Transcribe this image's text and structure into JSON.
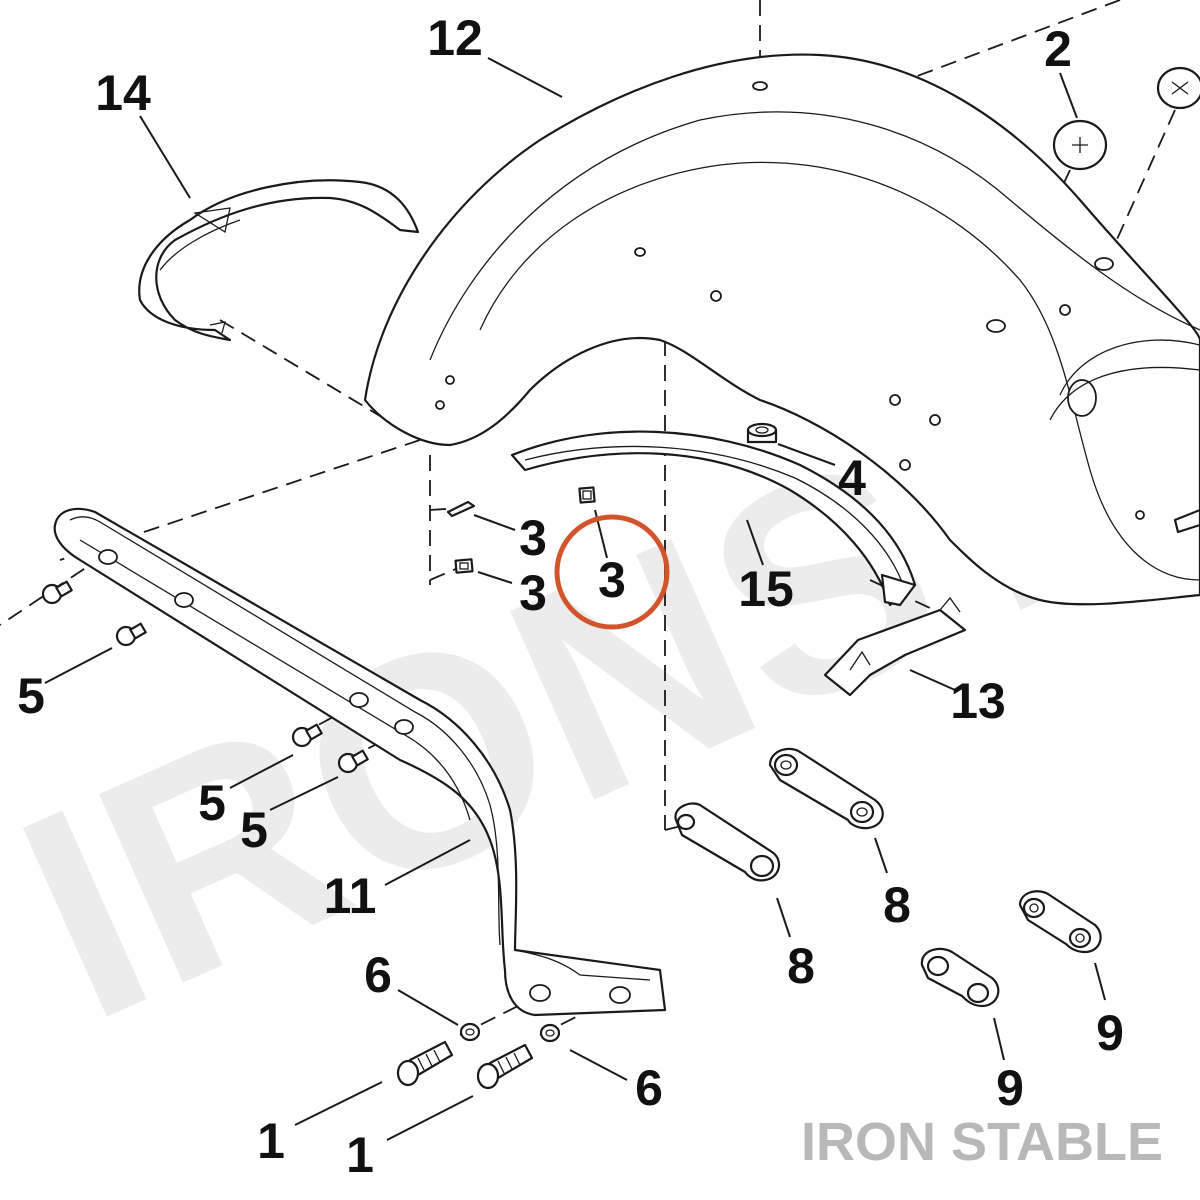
{
  "brand": "IRON STABLE",
  "watermark_text": "IRONSTI",
  "highlight_color": "#d2542a",
  "callouts": [
    {
      "id": "14",
      "label": "14"
    },
    {
      "id": "12",
      "label": "12"
    },
    {
      "id": "2",
      "label": "2"
    },
    {
      "id": "4",
      "label": "4"
    },
    {
      "id": "3a",
      "label": "3"
    },
    {
      "id": "3b",
      "label": "3"
    },
    {
      "id": "3c",
      "label": "3"
    },
    {
      "id": "15",
      "label": "15"
    },
    {
      "id": "13",
      "label": "13"
    },
    {
      "id": "5a",
      "label": "5"
    },
    {
      "id": "5b",
      "label": "5"
    },
    {
      "id": "5c",
      "label": "5"
    },
    {
      "id": "11",
      "label": "11"
    },
    {
      "id": "8a",
      "label": "8"
    },
    {
      "id": "8b",
      "label": "8"
    },
    {
      "id": "6a",
      "label": "6"
    },
    {
      "id": "6b",
      "label": "6"
    },
    {
      "id": "9a",
      "label": "9"
    },
    {
      "id": "9b",
      "label": "9"
    },
    {
      "id": "1a",
      "label": "1"
    },
    {
      "id": "1b",
      "label": "1"
    }
  ],
  "highlighted_callout": "3c"
}
